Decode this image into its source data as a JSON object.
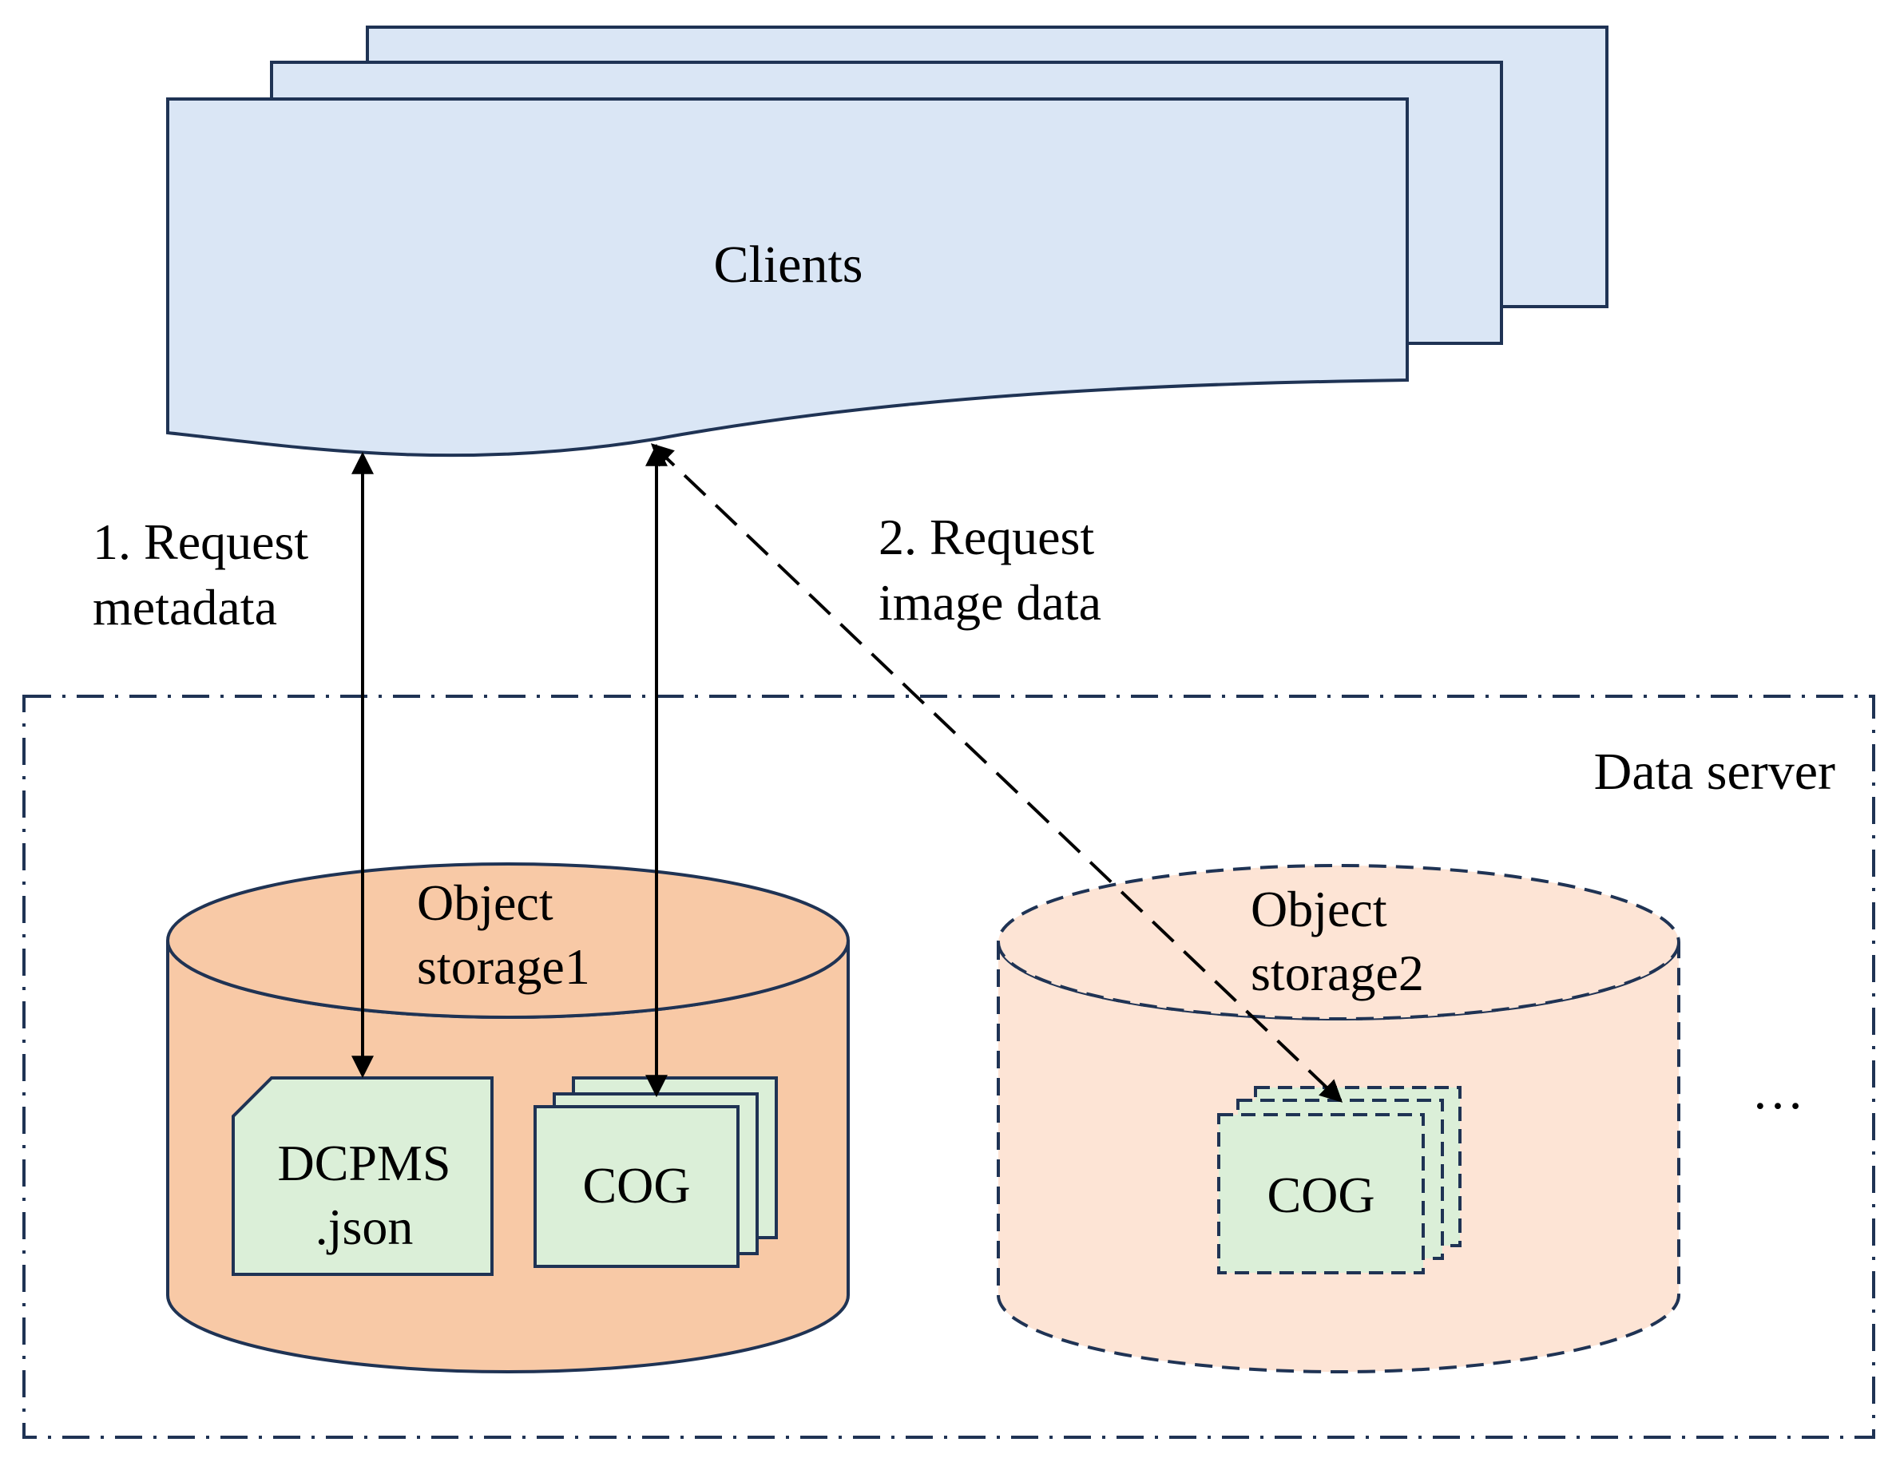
{
  "colors": {
    "client_fill": "#dae6f5",
    "outline": "#1f3354",
    "storage1_fill": "#f8c9a6",
    "storage2_fill": "#fde4d5",
    "file_fill": "#dbefd8",
    "arrow": "#000000"
  },
  "clients": {
    "label": "Clients"
  },
  "arrows": {
    "metadata": {
      "line1": "1. Request",
      "line2": "metadata"
    },
    "image": {
      "line1": "2. Request",
      "line2": "image data"
    }
  },
  "data_server": {
    "label": "Data server",
    "more": "…"
  },
  "storage1": {
    "line1": "Object",
    "line2": "storage1",
    "metadata_file": {
      "line1": "DCPMS",
      "line2": ".json"
    },
    "cog_label": "COG"
  },
  "storage2": {
    "line1": "Object",
    "line2": "storage2",
    "cog_label": "COG"
  }
}
